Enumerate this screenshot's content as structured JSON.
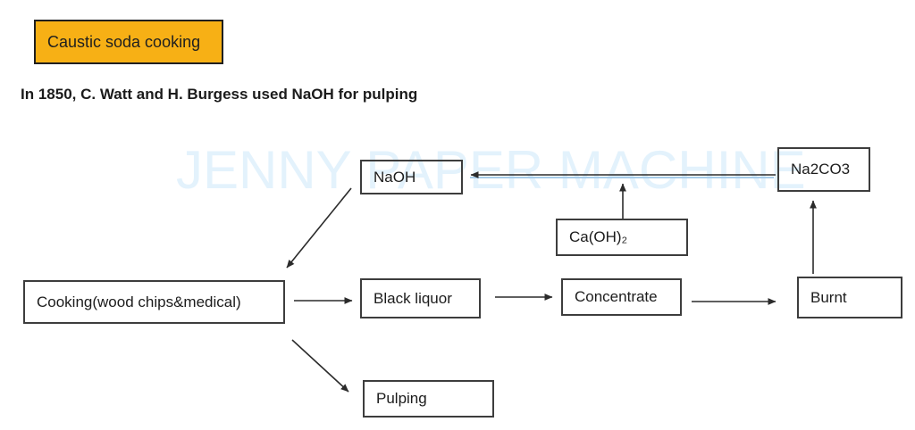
{
  "badge": {
    "label": "Caustic soda cooking",
    "fill_color": "#f7b015",
    "border_color": "#1f1f1f"
  },
  "heading": "In 1850, C. Watt and H. Burgess used NaOH for pulping",
  "watermark": {
    "text": "JENNY PAPER MACHINE",
    "color": "#e3f2fc"
  },
  "nodes": {
    "naoh": {
      "label": "NaOH"
    },
    "na2co3": {
      "label": "Na2CO3"
    },
    "caoh2": {
      "label": "Ca(OH)₂"
    },
    "cooking": {
      "label": "Cooking(wood chips&medical)"
    },
    "black_liquor": {
      "label": "Black liquor"
    },
    "concentrate": {
      "label": "Concentrate"
    },
    "burnt": {
      "label": "Burnt"
    },
    "pulping": {
      "label": "Pulping"
    }
  },
  "edges": [
    {
      "from": "NaOH",
      "to": "Cooking(wood chips&medical)"
    },
    {
      "from": "Cooking(wood chips&medical)",
      "to": "Black liquor"
    },
    {
      "from": "Cooking(wood chips&medical)",
      "to": "Pulping"
    },
    {
      "from": "Black liquor",
      "to": "Concentrate"
    },
    {
      "from": "Concentrate",
      "to": "Burnt"
    },
    {
      "from": "Burnt",
      "to": "Na2CO3"
    },
    {
      "from": "Na2CO3",
      "to": "NaOH"
    },
    {
      "from": "Ca(OH)₂",
      "to": "Na2CO3→NaOH stream"
    }
  ],
  "diagram_colors": {
    "arrow": "#2b2b2b",
    "blue_stream_line": "#a6cbe9",
    "box_border": "#3d3d3d"
  }
}
